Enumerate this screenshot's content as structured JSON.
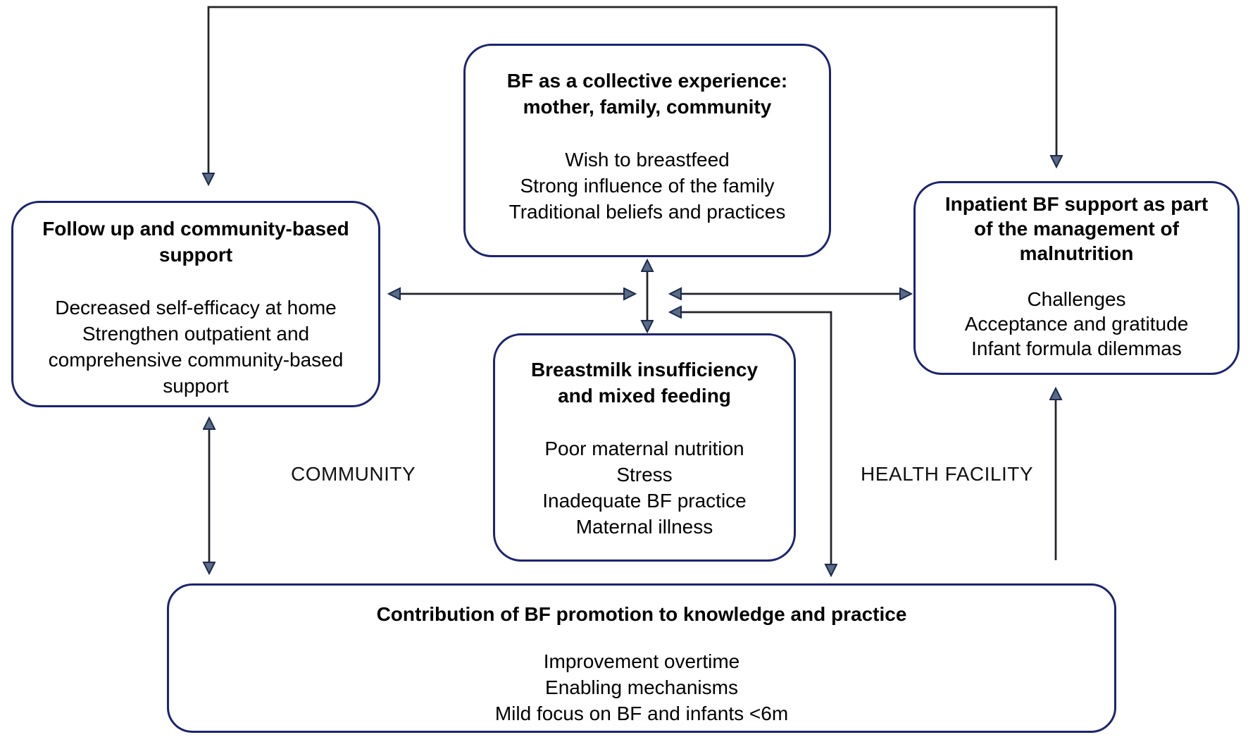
{
  "diagram": {
    "boxes": {
      "collective_experience": {
        "title_lines": [
          "BF as a collective experience:",
          "mother, family, community"
        ],
        "items": [
          "Wish to breastfeed",
          "Strong influence of the family",
          "Traditional beliefs and practices"
        ]
      },
      "followup_support": {
        "title_lines": [
          "Follow up and community-based",
          "support"
        ],
        "items": [
          "Decreased self-efficacy at home",
          "Strengthen outpatient and",
          "comprehensive community-based",
          "support"
        ]
      },
      "inpatient_support": {
        "title_lines": [
          "Inpatient BF support as part",
          "of the management of",
          "malnutrition"
        ],
        "items": [
          "Challenges",
          "Acceptance and gratitude",
          "Infant formula dilemmas"
        ]
      },
      "breastmilk_insufficiency": {
        "title_lines": [
          "Breastmilk insufficiency",
          "and mixed feeding"
        ],
        "items": [
          "Poor maternal nutrition",
          "Stress",
          "Inadequate BF practice",
          "Maternal illness"
        ]
      },
      "bf_promotion": {
        "title_lines": [
          "Contribution of BF promotion to knowledge and practice"
        ],
        "items": [
          "Improvement overtime",
          "Enabling mechanisms",
          "Mild focus on BF and infants <6m"
        ]
      }
    },
    "labels": {
      "community": "COMMUNITY",
      "health_facility": "HEALTH FACILITY"
    },
    "colors": {
      "box_border": "#1b2470",
      "arrow_line": "#23232b",
      "arrowhead_fill": "#5a6b85",
      "arrowhead_stroke": "#1b2a52",
      "text": "#000000",
      "background": "#ffffff"
    }
  }
}
